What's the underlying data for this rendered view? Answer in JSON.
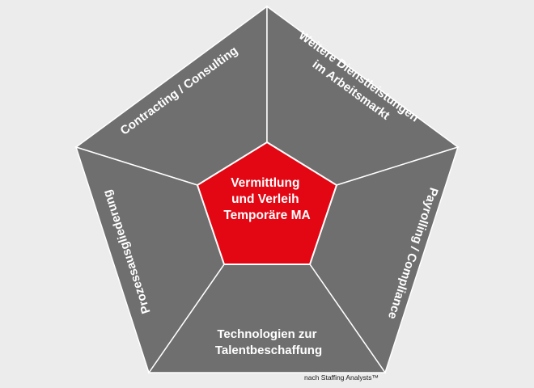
{
  "diagram": {
    "center": {
      "lines": [
        "Vermittlung",
        "und Verleih",
        "Temporäre MA"
      ]
    },
    "segments": [
      {
        "id": "top-left",
        "lines": [
          "Contracting / Consulting"
        ]
      },
      {
        "id": "top-right",
        "lines": [
          "Weitere Dienstleistungen",
          "im Arbeitsmarkt"
        ]
      },
      {
        "id": "right",
        "lines": [
          "Payrolling / Compliance"
        ]
      },
      {
        "id": "bottom",
        "lines": [
          "Technologien zur",
          "Talentbeschaffung"
        ]
      },
      {
        "id": "left",
        "lines": [
          "Prozessausgliederung"
        ]
      }
    ],
    "credit": "nach Staffing Analysts™"
  },
  "colors": {
    "background": "#ececec",
    "segment": "#706f6f",
    "center": "#e30613",
    "divider": "#ffffff",
    "text_light": "#ffffff",
    "text_dark": "#1a1a1a"
  }
}
